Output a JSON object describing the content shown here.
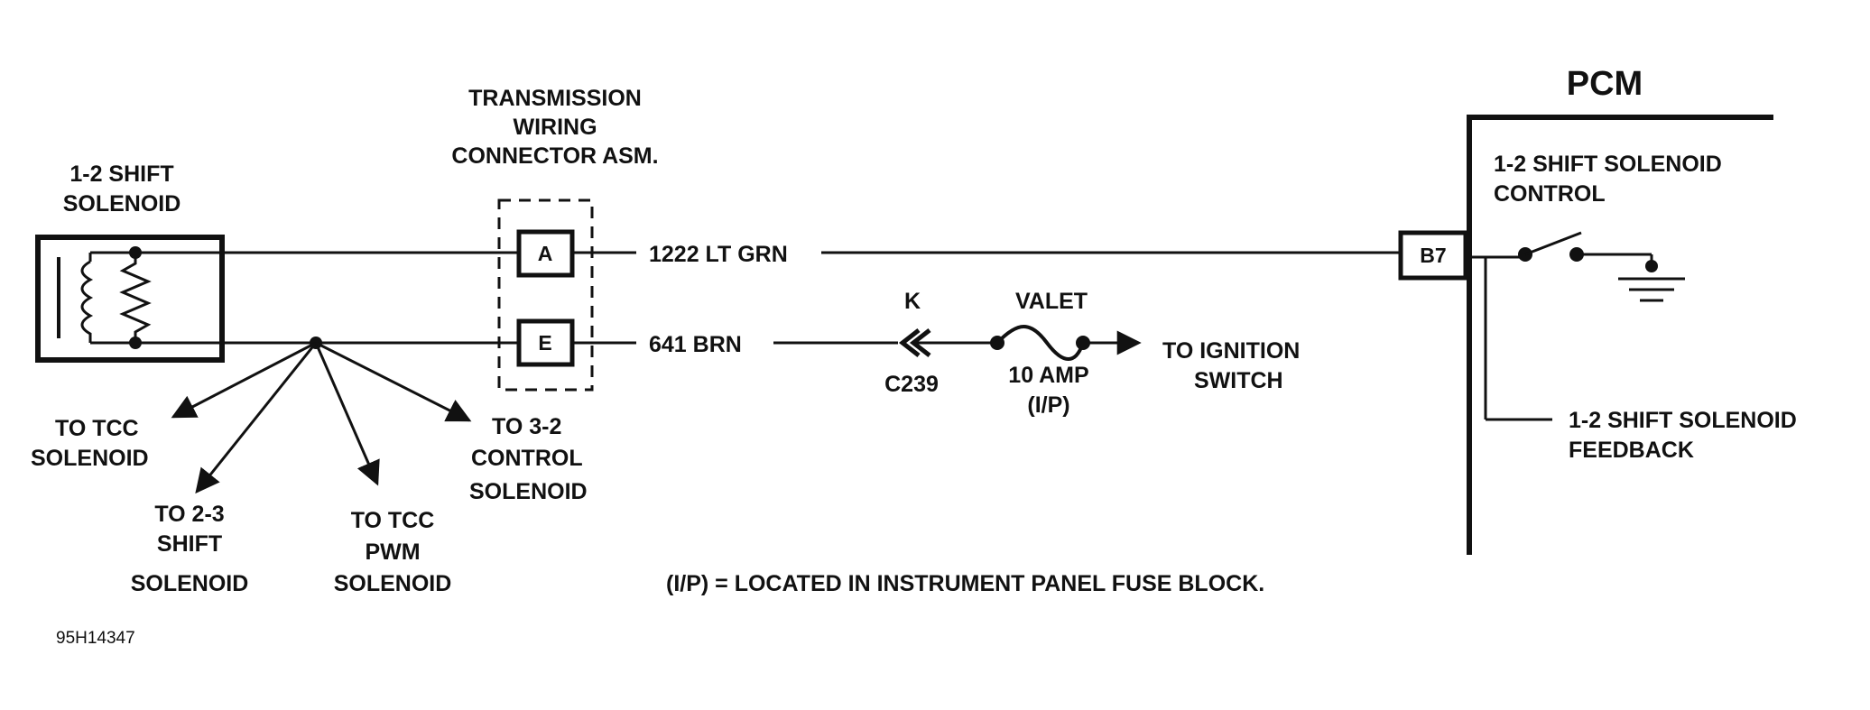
{
  "solenoid": {
    "title_line1": "1-2 SHIFT",
    "title_line2": "SOLENOID"
  },
  "connector": {
    "title_line1": "TRANSMISSION",
    "title_line2": "WIRING",
    "title_line3": "CONNECTOR ASM.",
    "pin_a": "A",
    "pin_e": "E"
  },
  "wires": {
    "top": "1222 LT GRN",
    "bottom": "641 BRN"
  },
  "inline_connector": {
    "letter": "K",
    "name": "C239"
  },
  "fuse": {
    "name": "VALET",
    "rating": "10 AMP",
    "location": "(I/P)",
    "dest_line1": "TO IGNITION",
    "dest_line2": "SWITCH"
  },
  "pcm": {
    "title": "PCM",
    "pin": "B7",
    "control_line1": "1-2 SHIFT SOLENOID",
    "control_line2": "CONTROL",
    "feedback_line1": "1-2 SHIFT SOLENOID",
    "feedback_line2": "FEEDBACK"
  },
  "branches": {
    "tcc_line1": "TO TCC",
    "tcc_line2": "SOLENOID",
    "s23_line1": "TO 2-3",
    "s23_line2": "SHIFT",
    "s23_line3": "SOLENOID",
    "pwm_line1": "TO TCC",
    "pwm_line2": "PWM",
    "pwm_line3": "SOLENOID",
    "s32_line1": "TO 3-2",
    "s32_line2": "CONTROL",
    "s32_line3": "SOLENOID"
  },
  "footnote": "(I/P) = LOCATED IN INSTRUMENT PANEL FUSE BLOCK.",
  "figure_id": "95H14347"
}
